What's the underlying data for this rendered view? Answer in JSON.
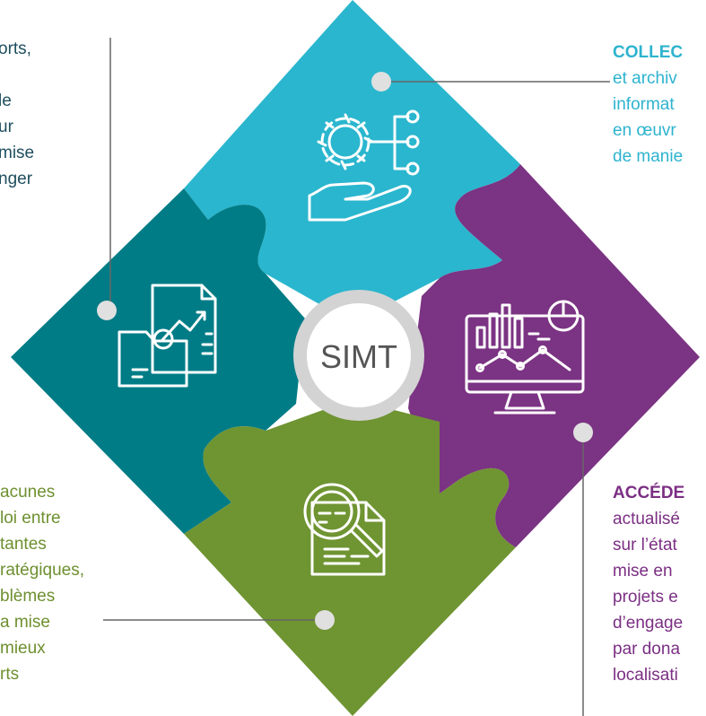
{
  "center": {
    "label": "SIMT"
  },
  "callouts": {
    "top_left": {
      "lines": [
        "orts,",
        "",
        "le",
        "ur",
        "mise",
        "nger"
      ]
    },
    "top_right": {
      "heading": "COLLEC",
      "lines": [
        "et archiv",
        "informat",
        "en œuvr",
        "de manie"
      ]
    },
    "bottom_left": {
      "lines": [
        "acunes",
        "loi entre",
        "tantes",
        "ratégiques,",
        "blèmes",
        "a mise",
        "mieux",
        "rts"
      ]
    },
    "bottom_right": {
      "heading": "ACCÉDE",
      "lines": [
        "actualisé",
        "sur l’état",
        "mise en",
        "projets e",
        "d’engage",
        "par dona",
        "localisati"
      ]
    }
  },
  "colors": {
    "top_piece": "#2ab6ce",
    "left_piece": "#007c86",
    "right_piece": "#7b3383",
    "bottom_piece": "#6f9432",
    "ring": "#d3d3d3",
    "connector": "#666666"
  },
  "icons": {
    "top": "gear-hand-network-icon",
    "left": "folder-report-icon",
    "right": "monitor-analytics-icon",
    "bottom": "document-search-icon"
  }
}
